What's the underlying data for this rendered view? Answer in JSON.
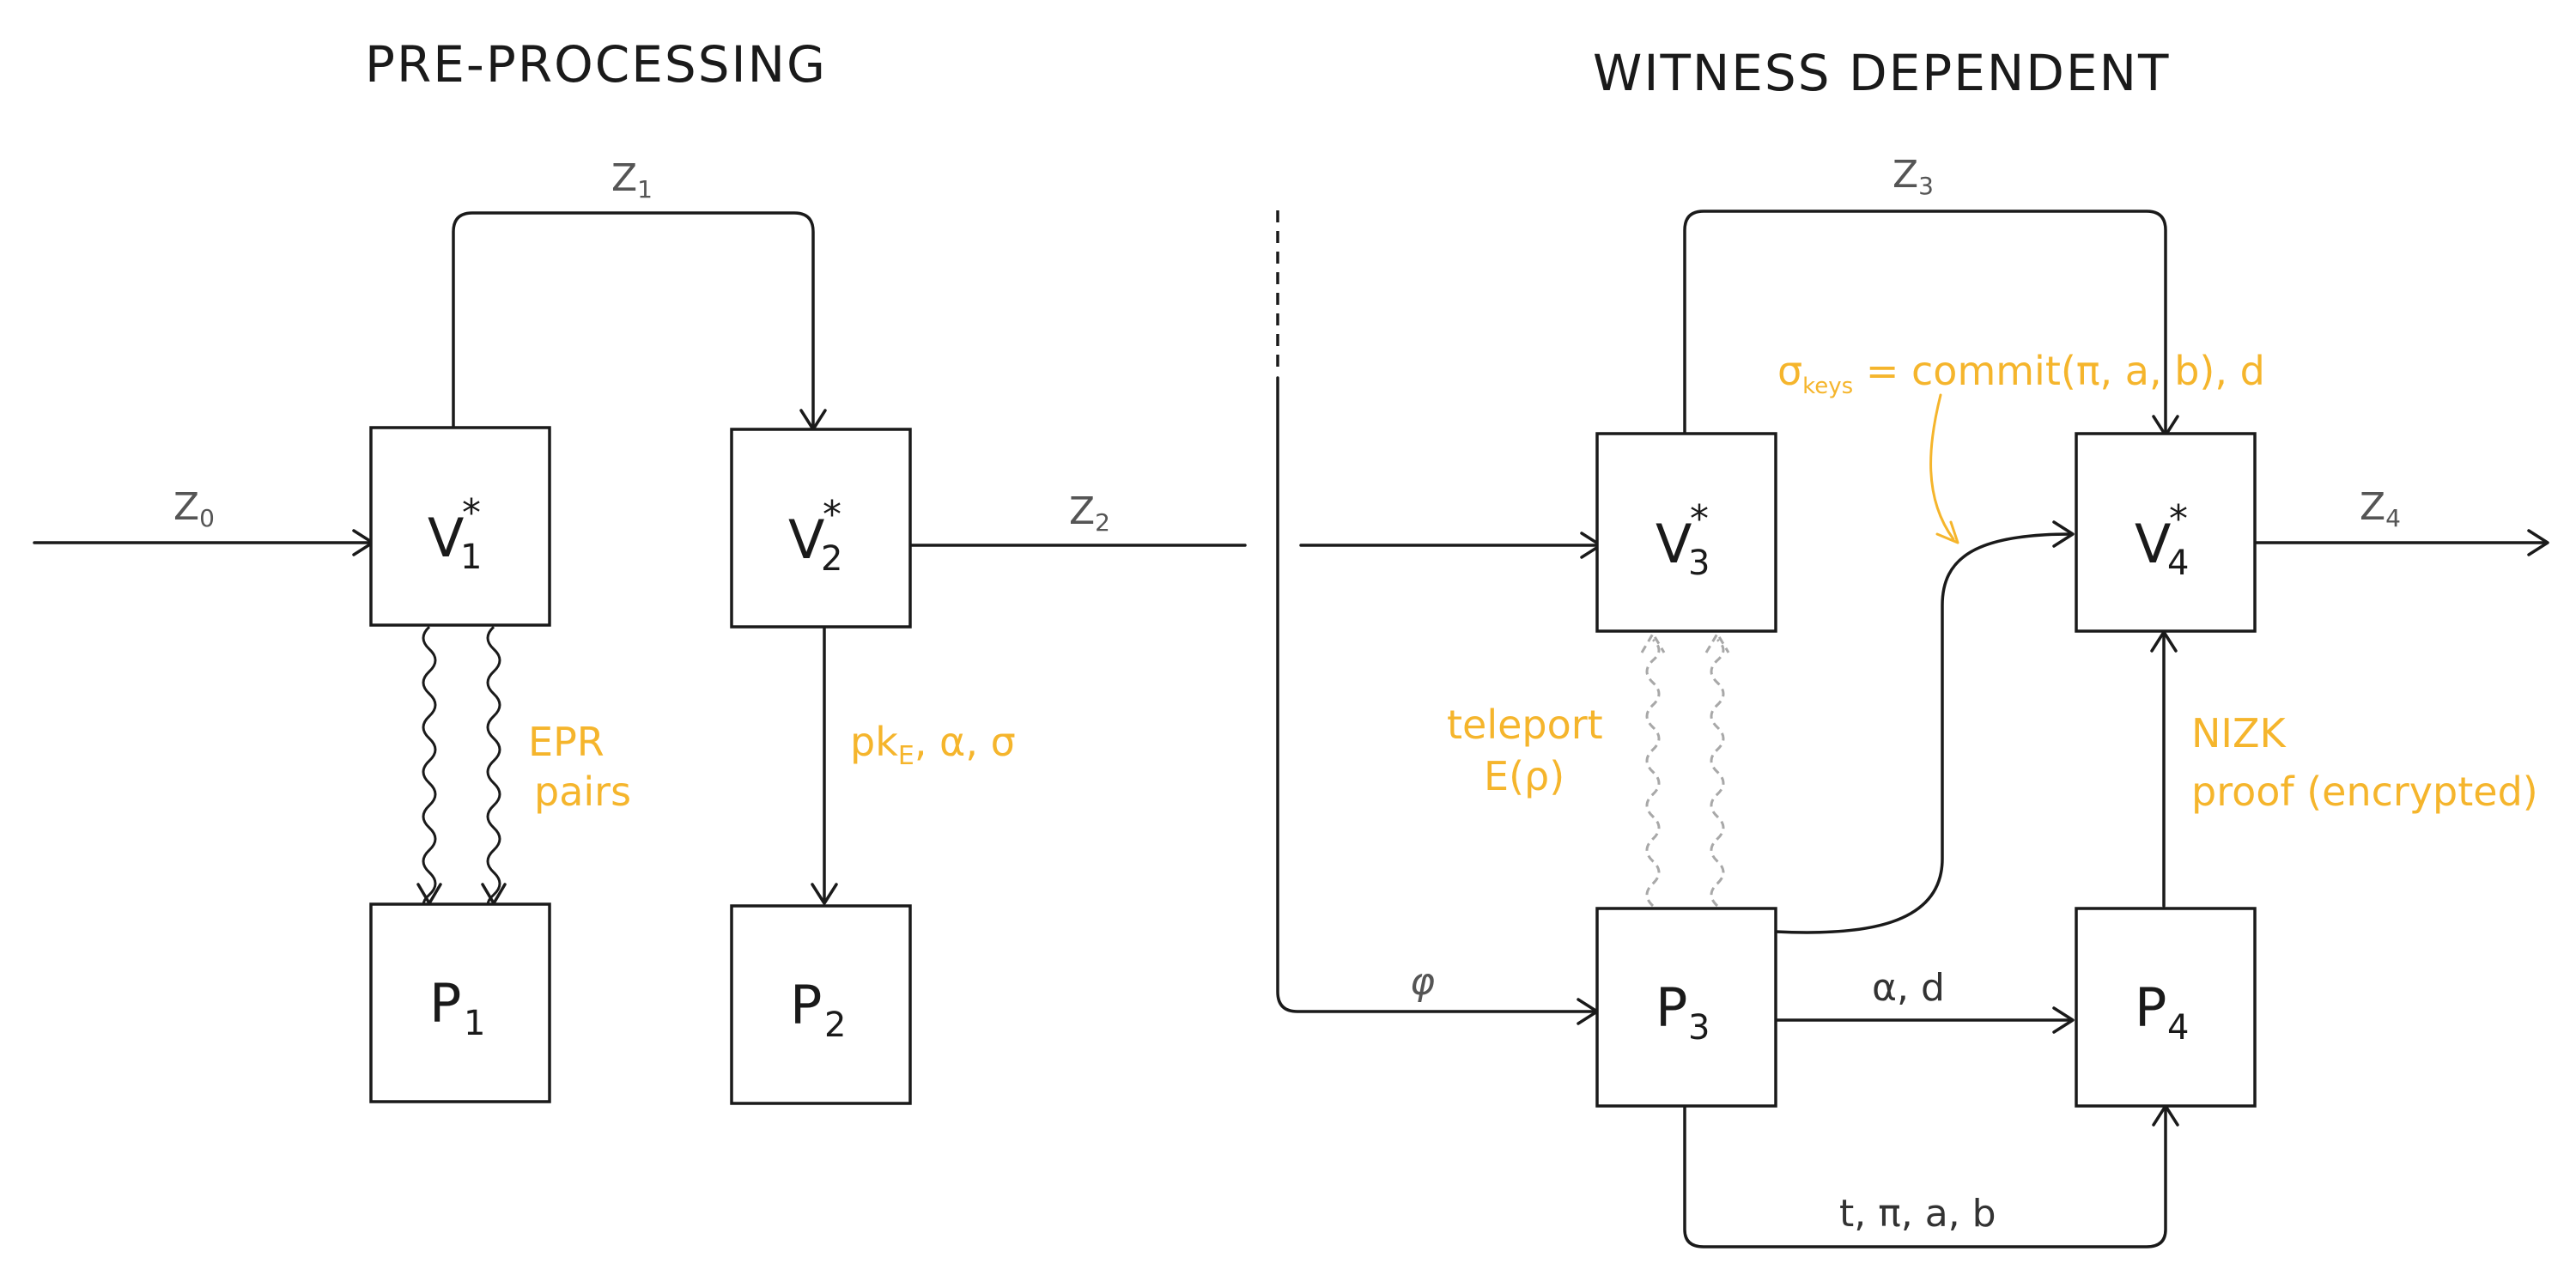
{
  "titles": {
    "left": "PRE-PROCESSING",
    "right": "WITNESS DEPENDENT"
  },
  "nodes": {
    "v1": {
      "letter": "V",
      "sup": "*",
      "sub": "1"
    },
    "v2": {
      "letter": "V",
      "sup": "*",
      "sub": "2"
    },
    "v3": {
      "letter": "V",
      "sup": "*",
      "sub": "3"
    },
    "v4": {
      "letter": "V",
      "sup": "*",
      "sub": "4"
    },
    "p1": {
      "letter": "P",
      "sub": "1"
    },
    "p2": {
      "letter": "P",
      "sub": "2"
    },
    "p3": {
      "letter": "P",
      "sub": "3"
    },
    "p4": {
      "letter": "P",
      "sub": "4"
    }
  },
  "wires": {
    "z0": {
      "letter": "Z",
      "sub": "0"
    },
    "z1": {
      "letter": "Z",
      "sub": "1"
    },
    "z2": {
      "letter": "Z",
      "sub": "2"
    },
    "z3": {
      "letter": "Z",
      "sub": "3"
    },
    "z4": {
      "letter": "Z",
      "sub": "4"
    },
    "phi": "φ",
    "alpha_d": "α, d",
    "t_pi_a_b": "t, π, a, b"
  },
  "annotations": {
    "epr_line1": "EPR",
    "epr_line2": "pairs",
    "pk_main": "pk",
    "pk_sub": "E",
    "pk_rest": ", α, σ",
    "teleport_line1": "teleport",
    "teleport_line2": "E(ρ)",
    "sigma": "σ",
    "sigma_sub": "keys",
    "commit": " = commit(π, a, b), d",
    "nizk_line1": "NIZK",
    "nizk_line2": "proof (encrypted)"
  },
  "colors": {
    "ink": "#1a1a1a",
    "annotation": "#f5b52c",
    "quantum_teleport": "#a8a8a8"
  }
}
